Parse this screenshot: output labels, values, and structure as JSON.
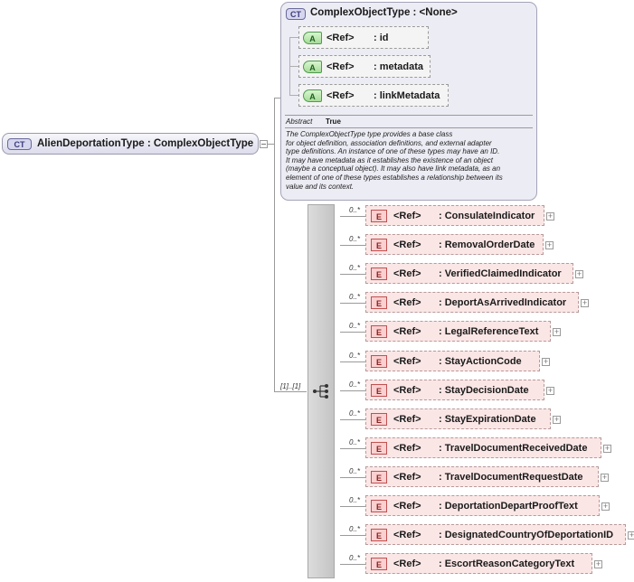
{
  "root": {
    "badge": "CT",
    "label": "AlienDeportationType : ComplexObjectType"
  },
  "base_type": {
    "badge": "CT",
    "title": "ComplexObjectType : <None>",
    "attributes": [
      {
        "badge": "A",
        "ref": "<Ref>",
        "name": ": id"
      },
      {
        "badge": "A",
        "ref": "<Ref>",
        "name": ": metadata"
      },
      {
        "badge": "A",
        "ref": "<Ref>",
        "name": ": linkMetadata"
      }
    ],
    "abstract_label": "Abstract",
    "abstract_value": "True",
    "documentation": [
      "The ComplexObjectType type provides a base class",
      "for object definition, association definitions, and external adapter",
      "type definitions. An instance of one of these types may have an ID.",
      "It may have metadata as it establishes the existence of an object",
      "(maybe a conceptual object). It may also have link metadata, as an",
      "element of one of these types establishes a relationship between its",
      "value and its context."
    ]
  },
  "sequence": {
    "cardinality": "[1]..[1]",
    "elements": [
      {
        "card": "0..*",
        "badge": "E",
        "ref": "<Ref>",
        "name": ": ConsulateIndicator"
      },
      {
        "card": "0..*",
        "badge": "E",
        "ref": "<Ref>",
        "name": ": RemovalOrderDate"
      },
      {
        "card": "0..*",
        "badge": "E",
        "ref": "<Ref>",
        "name": ": VerifiedClaimedIndicator"
      },
      {
        "card": "0..*",
        "badge": "E",
        "ref": "<Ref>",
        "name": ": DeportAsArrivedIndicator"
      },
      {
        "card": "0..*",
        "badge": "E",
        "ref": "<Ref>",
        "name": ": LegalReferenceText"
      },
      {
        "card": "0..*",
        "badge": "E",
        "ref": "<Ref>",
        "name": ": StayActionCode"
      },
      {
        "card": "0..*",
        "badge": "E",
        "ref": "<Ref>",
        "name": ": StayDecisionDate"
      },
      {
        "card": "0..*",
        "badge": "E",
        "ref": "<Ref>",
        "name": ": StayExpirationDate"
      },
      {
        "card": "0..*",
        "badge": "E",
        "ref": "<Ref>",
        "name": ": TravelDocumentReceivedDate"
      },
      {
        "card": "0..*",
        "badge": "E",
        "ref": "<Ref>",
        "name": ": TravelDocumentRequestDate"
      },
      {
        "card": "0..*",
        "badge": "E",
        "ref": "<Ref>",
        "name": ": DeportationDepartProofText"
      },
      {
        "card": "0..*",
        "badge": "E",
        "ref": "<Ref>",
        "name": ": DesignatedCountryOfDeportationID"
      },
      {
        "card": "0..*",
        "badge": "E",
        "ref": "<Ref>",
        "name": ": EscortReasonCategoryText"
      }
    ]
  }
}
